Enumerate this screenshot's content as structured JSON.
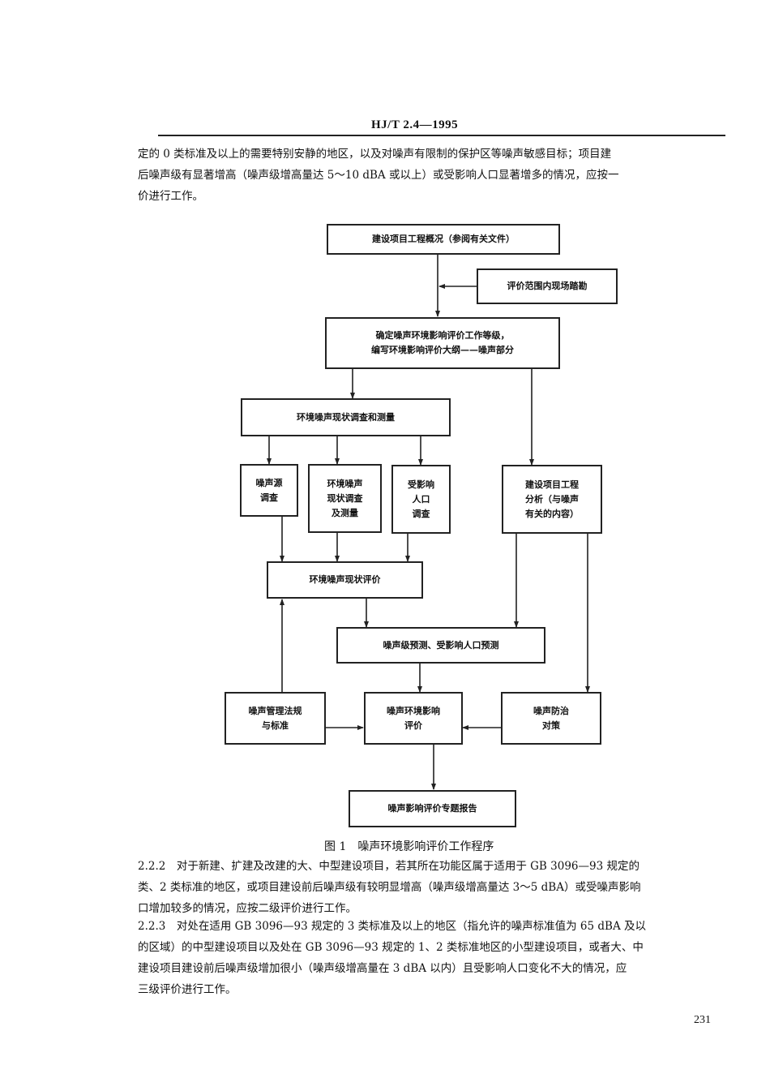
{
  "header": {
    "code": "HJ/T 2.4—1995"
  },
  "top_paragraph": {
    "lines": [
      "定的 0 类标准及以上的需要特别安静的地区，以及对噪声有限制的保护区等噪声敏感目标；项目建",
      "后噪声级有显著增高（噪声级增高量达 5～10 dBA 或以上）或受影响人口显著增多的情况，应按一",
      "价进行工作。"
    ]
  },
  "flowchart": {
    "boxes": {
      "overview": "建设项目工程概况（参阅有关文件）",
      "site_survey": "评价范围内现场踏勘",
      "grade": [
        "确定噪声环境影响评价工作等级，",
        "编写环境影响评价大纲——噪声部分"
      ],
      "survey_measure": "环境噪声现状调查和测量",
      "source": [
        "噪声源",
        "调查"
      ],
      "status_survey": [
        "环境噪声",
        "现状调查",
        "及测量"
      ],
      "population": [
        "受影响",
        "人口",
        "调查"
      ],
      "project_analysis": [
        "建设项目工程",
        "分析（与噪声",
        "有关的内容）"
      ],
      "status_eval": "环境噪声现状评价",
      "prediction": "噪声级预测、受影响人口预测",
      "regulation": [
        "噪声管理法规",
        "与标准"
      ],
      "impact_eval": [
        "噪声环境影响",
        "评价"
      ],
      "control": [
        "噪声防治",
        "对策"
      ],
      "report": "噪声影响评价专题报告"
    },
    "caption": "图 1　噪声环境影响评价工作程序"
  },
  "section_222": {
    "lines": [
      "2.2.2　对于新建、扩建及改建的大、中型建设项目，若其所在功能区属于适用于 GB 3096—93 规定的",
      "类、2 类标准的地区，或项目建设前后噪声级有较明显增高（噪声级增高量达 3～5 dBA）或受噪声影响",
      "口增加较多的情况，应按二级评价进行工作。"
    ]
  },
  "section_223": {
    "lines": [
      "2.2.3　对处在适用 GB 3096—93 规定的 3 类标准及以上的地区（指允许的噪声标准值为 65 dBA 及以",
      "的区域）的中型建设项目以及处在 GB 3096—93 规定的 1、2 类标准地区的小型建设项目，或者大、中",
      "建设项目建设前后噪声级增加很小（噪声级增高量在 3 dBA 以内）且受影响人口变化不大的情况，应",
      "三级评价进行工作。"
    ]
  },
  "page_number": "231"
}
